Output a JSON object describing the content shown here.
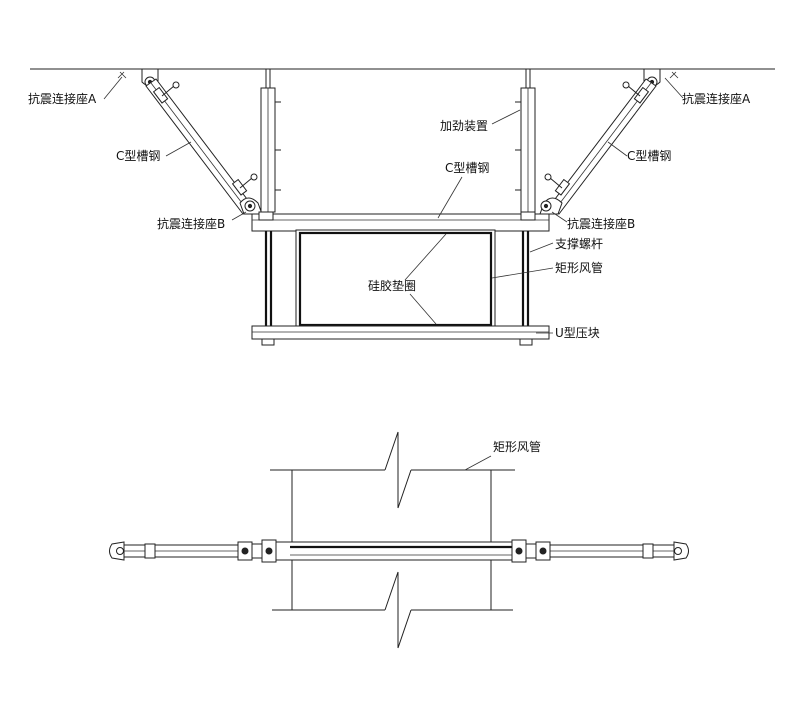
{
  "labels": {
    "seismic_seat_a_left": "抗震连接座A",
    "seismic_seat_a_right": "抗震连接座A",
    "c_channel_left": "C型槽钢",
    "c_channel_right": "C型槽钢",
    "c_channel_center": "C型槽钢",
    "stiffener": "加劲装置",
    "seismic_seat_b_left": "抗震连接座B",
    "seismic_seat_b_right": "抗震连接座B",
    "support_rod": "支撑螺杆",
    "rect_duct_top": "矩形风管",
    "silicone_gasket": "硅胶垫圈",
    "u_clamp": "U型压块",
    "rect_duct_plan": "矩形风管"
  },
  "colors": {
    "line": "#222222",
    "background": "#ffffff"
  }
}
